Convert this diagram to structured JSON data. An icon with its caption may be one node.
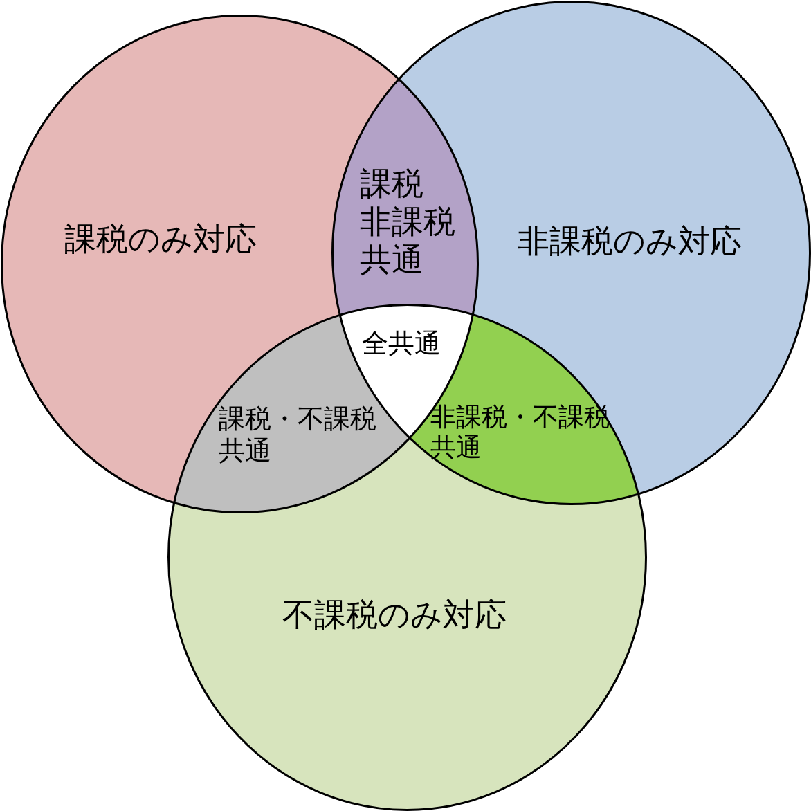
{
  "diagram": {
    "nodes": [
      {
        "text": [
          "課税のみ対応"
        ]
      },
      {
        "text": [
          "非課税のみ対応"
        ]
      },
      {
        "text": [
          "不課税のみ対応"
        ]
      }
    ],
    "edges": [],
    "labels": [
      "課税非課税共通",
      "全共通",
      "課税・不課税共通",
      "非課税・不課税共通"
    ]
  }
}
